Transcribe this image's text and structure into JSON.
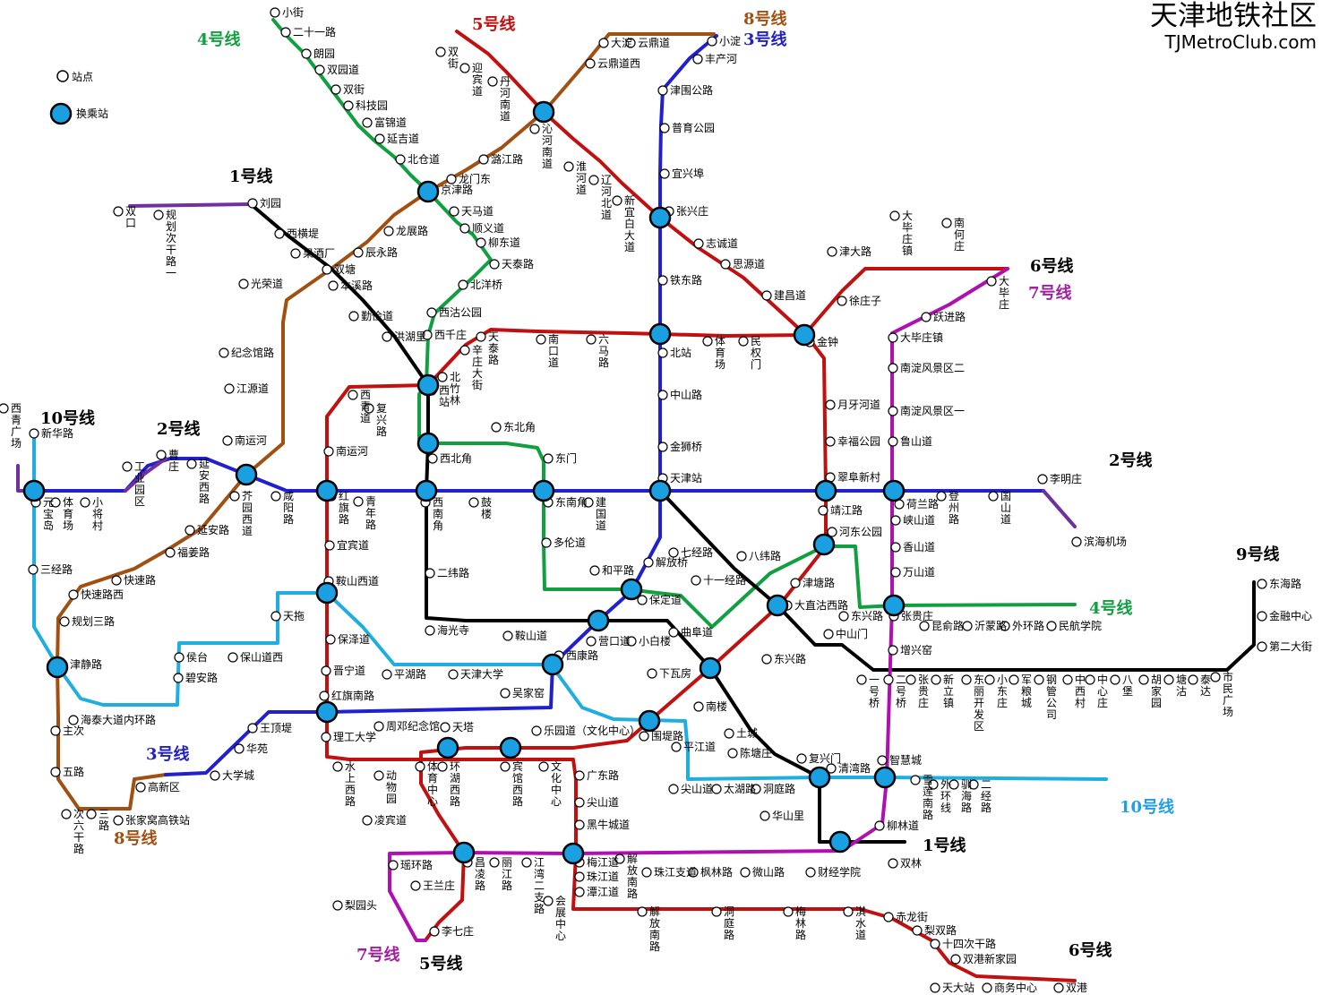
{
  "brand": {
    "title_cn": "天津地铁社区",
    "title_en": "TJMetroClub.com"
  },
  "legend": {
    "station": "站点",
    "transfer": "换乘站"
  },
  "colors": {
    "line1": "#000000",
    "line2": "#2020d0",
    "line3": "#2020d0",
    "line4": "#10a040",
    "line5": "#c01010",
    "line6": "#c01010",
    "line7": "#b010b0",
    "line8": "#a05010",
    "line9": "#000000",
    "line10": "#20aee0",
    "purple_ext": "#7030a0",
    "station_fill": "#ffffff",
    "transfer_fill": "#1a9fe0"
  },
  "line_labels": [
    {
      "text": "1号线",
      "color": "#000000"
    },
    {
      "text": "1号线",
      "color": "#000000"
    },
    {
      "text": "2号线",
      "color": "#000000"
    },
    {
      "text": "2号线",
      "color": "#000000"
    },
    {
      "text": "3号线",
      "color": "#2020c0"
    },
    {
      "text": "3号线",
      "color": "#2020c0"
    },
    {
      "text": "4号线",
      "color": "#10a040"
    },
    {
      "text": "4号线",
      "color": "#10a040"
    },
    {
      "text": "5号线",
      "color": "#c01010"
    },
    {
      "text": "5号线",
      "color": "#000000"
    },
    {
      "text": "6号线",
      "color": "#000000"
    },
    {
      "text": "6号线",
      "color": "#000000"
    },
    {
      "text": "7号线",
      "color": "#a020a0"
    },
    {
      "text": "7号线",
      "color": "#a020a0"
    },
    {
      "text": "8号线",
      "color": "#a05010"
    },
    {
      "text": "8号线",
      "color": "#a05010"
    },
    {
      "text": "9号线",
      "color": "#000000"
    },
    {
      "text": "10号线",
      "color": "#000000"
    },
    {
      "text": "10号线",
      "color": "#20a0e0"
    }
  ],
  "station_labels": [
    "小街",
    "二十一路",
    "朗园",
    "双园道",
    "双街",
    "科技园",
    "富锦道",
    "延吉道",
    "北仓道",
    "京津路",
    "天马道",
    "顺义道",
    "柳东道",
    "天泰路",
    "北洋桥",
    "西沽公园",
    "西千庄",
    "双\n街",
    "迎\n宾\n道",
    "丹\n河\n南\n道",
    "沁\n河\n南\n道",
    "淮\n河\n道",
    "辽\n河\n北\n道",
    "新\n宜\n白\n大\n道",
    "志诚道",
    "思源道",
    "建昌道",
    "金钟",
    "大淀",
    "云鼎道",
    "云鼎道西",
    "潞江路",
    "龙门东",
    "龙展路",
    "辰永路",
    "双塘",
    "光荣道",
    "纪念馆路",
    "江源道",
    "南运河",
    "小淀",
    "丰产河",
    "津围公路",
    "普育公园",
    "宜兴埠",
    "张兴庄",
    "铁东路",
    "北站",
    "中山路",
    "金狮桥",
    "天津站",
    "东南角",
    "建\n国\n道",
    "多伦道",
    "和平路",
    "营口道",
    "西康路",
    "吴家窑",
    "平湖路",
    "天津大学",
    "红旗南路",
    "王顶堤",
    "华苑",
    "大学城",
    "高新区",
    "刘园",
    "西横堤",
    "果酒厂",
    "本溪路",
    "勤俭道",
    "洪湖里",
    "北\n竹\n林",
    "西\n站",
    "西北角",
    "西\n南\n角",
    "二纬路",
    "海光寺",
    "鞍山道",
    "小白楼",
    "下瓦房",
    "南楼",
    "土城",
    "陈塘庄",
    "复兴门",
    "华山里",
    "财经学院",
    "双林",
    "双\n口",
    "规\n划\n次\n干\n路\n一",
    "曹\n庄",
    "延\n安\n西\n路",
    "延安路",
    "福姜路",
    "快速路",
    "快速路西",
    "规划三路",
    "芥\n园\n西\n道",
    "咸\n阳\n路",
    "红\n旗\n路",
    "宜宾道",
    "青\n年\n路",
    "鼓\n楼",
    "东门",
    "东北角",
    "复\n兴\n路",
    "西\n青\n道",
    "天\n泰\n路",
    "辛\n庄\n大\n街",
    "南\n口\n道",
    "六\n马\n路",
    "体\n育\n场",
    "民\n权\n门",
    "月牙河道",
    "幸福公园",
    "翠阜新村",
    "靖江路",
    "河东公园",
    "大直沽西路",
    "东兴路",
    "七经路",
    "八纬路",
    "十一经路",
    "津塘路",
    "解放桥",
    "保定道",
    "曲阜道",
    "中山门",
    "新华路",
    "西\n青\n广\n场",
    "元\n宝\n岛",
    "体\n育\n场",
    "小\n将\n村",
    "工\n业\n园\n区",
    "三经路",
    "津静路",
    "主次",
    "五路",
    "次\n六\n干\n路",
    "三\n路",
    "张家窝高铁站",
    "海泰大道内环路",
    "天拖",
    "侯台",
    "碧安路",
    "保山道西",
    "南运河",
    "鞍山西道",
    "保泽道",
    "晋宁道",
    "理工大学",
    "周邓纪念馆",
    "天塔",
    "乐园道（文化中心）",
    "围堤路",
    "平江道",
    "尖山道",
    "太湖路",
    "洞庭路",
    "清湾路",
    "智慧城",
    "柳林道",
    "雪\n莲\n南\n路",
    "外\n环\n线",
    "驯\n海\n路",
    "二\n经\n路",
    "荷兰路",
    "峡山道",
    "香山道",
    "万山道",
    "张贵庄",
    "登\n州\n路",
    "国\n山\n道",
    "李明庄",
    "滨海机场",
    "昆俞路",
    "沂蒙路",
    "外环路",
    "民航学院",
    "东兴路",
    "津大路",
    "大\n毕\n庄\n镇",
    "南\n何\n庄",
    "徐庄子",
    "大\n毕\n庄",
    "跃进路",
    "大毕庄镇",
    "南淀风景区二",
    "南淀风景区一",
    "鲁山道",
    "增兴窑",
    "一\n号\n桥",
    "二\n号\n桥",
    "张\n贵\n庄",
    "新\n立\n镇",
    "东\n丽\n开\n发\n区",
    "小\n东\n庄",
    "军\n粮\n城",
    "钢\n管\n公\n司",
    "中\n西\n村",
    "中\n心\n庄",
    "八\n堡",
    "胡\n家\n园",
    "塘\n沽",
    "泰\n达",
    "市\n民\n广\n场",
    "东海路",
    "金融中心",
    "第二大街",
    "水\n上\n西\n路",
    "动\n物\n园",
    "凌宾道",
    "体\n育\n中\n心",
    "环\n湖\n西\n路",
    "宾\n馆\n西\n路",
    "文\n化\n中\n心",
    "广东路",
    "尖山道",
    "黑牛城道",
    "梅江道",
    "珠江道",
    "潭江道",
    "解\n放\n南\n路",
    "珠江支道",
    "枫林路",
    "微山路",
    "瑶环路",
    "王兰庄",
    "梨园头",
    "李七庄",
    "昌\n凌\n路",
    "丽\n江\n路",
    "江\n湾\n二\n支\n路",
    "会\n展\n中\n心",
    "解\n放\n南\n路",
    "洞\n庭\n路",
    "梅\n林\n路",
    "淇\n水\n道",
    "赤龙街",
    "梨双路",
    "十四次干路",
    "双港新家园",
    "天大站",
    "商务中心",
    "双港"
  ]
}
